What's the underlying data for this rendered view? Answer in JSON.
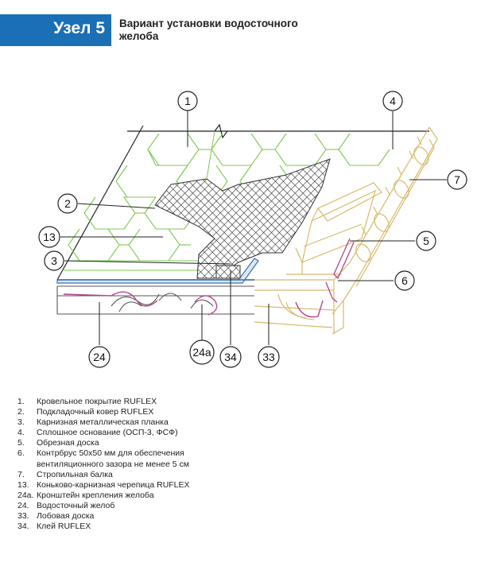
{
  "header": {
    "badge": "Узел 5",
    "title_line1": "Вариант установки водосточного",
    "title_line2": "желоба",
    "accent_color": "#1a6fb5"
  },
  "callouts": [
    "1",
    "4",
    "7",
    "2",
    "13",
    "5",
    "3",
    "6",
    "24",
    "24а",
    "34",
    "33"
  ],
  "legend": [
    {
      "num": "1.",
      "text": "Кровельное покрытие RUFLEX"
    },
    {
      "num": "2.",
      "text": "Подкладочный ковер RUFLEX"
    },
    {
      "num": "3.",
      "text": "Карнизная металлическая планка"
    },
    {
      "num": "4.",
      "text": "Сплошное основание (ОСП-3, ФСФ)"
    },
    {
      "num": "5.",
      "text": "Обрезная доска"
    },
    {
      "num": "6.",
      "text": "Контрбрус 50х50 мм для обеспечения"
    },
    {
      "num": "",
      "text": "вентиляционного зазора не менее 5 см"
    },
    {
      "num": "7.",
      "text": "Стропильная балка"
    },
    {
      "num": "13.",
      "text": "Коньково-карнизная черепица RUFLEX"
    },
    {
      "num": "24а.",
      "text": "Кронштейн крепления желоба"
    },
    {
      "num": "24.",
      "text": "Водосточный желоб"
    },
    {
      "num": "33.",
      "text": "Лобовая доска"
    },
    {
      "num": "34.",
      "text": "Клей RUFLEX"
    }
  ]
}
